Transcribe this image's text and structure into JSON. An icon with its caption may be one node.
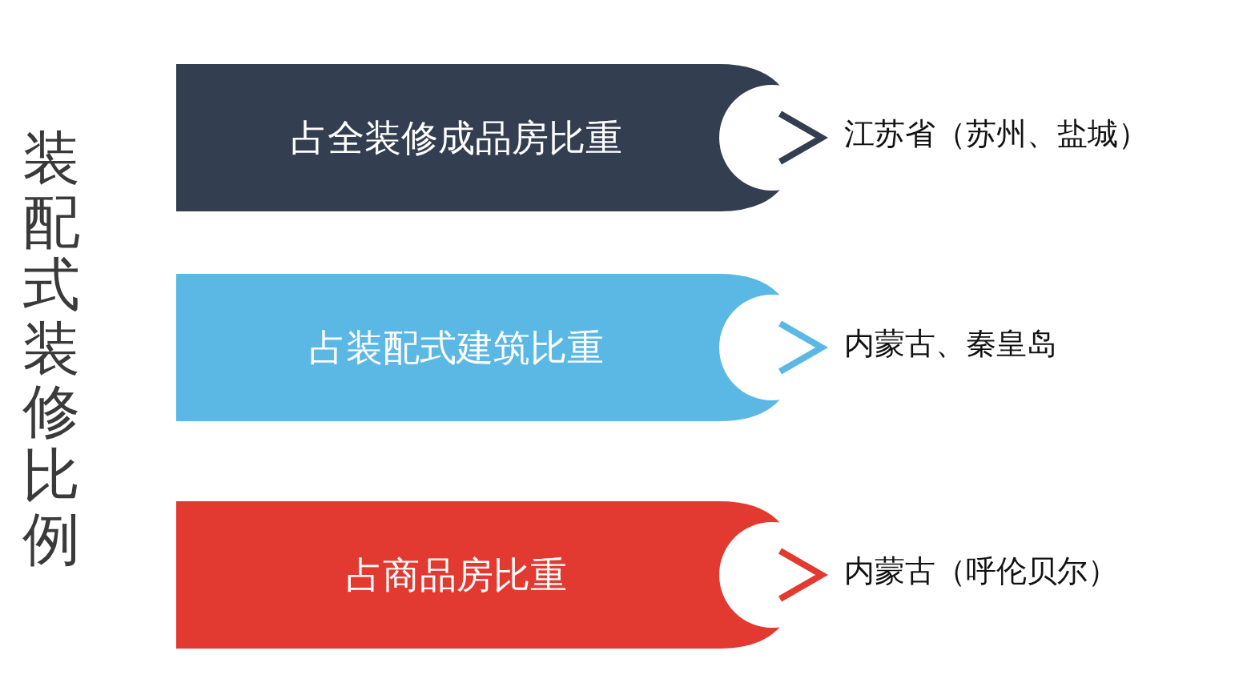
{
  "diagram": {
    "title": "装配式装修比例",
    "nodes": [
      {
        "text": [
          "占全装修成品房比重"
        ]
      },
      {
        "text": [
          "占装配式建筑比重"
        ]
      },
      {
        "text": [
          "占商品房比重"
        ]
      },
      {
        "text": [
          "江苏省（苏州、盐城）"
        ]
      },
      {
        "text": [
          "内蒙古、秦皇岛"
        ]
      },
      {
        "text": [
          "内蒙古（呼伦贝尔）"
        ]
      }
    ],
    "edges": [
      {
        "from": 0,
        "to": 3,
        "arrow": "to",
        "color": "#333e50"
      },
      {
        "from": 1,
        "to": 4,
        "arrow": "to",
        "color": "#5bb8e4"
      },
      {
        "from": 2,
        "to": 5,
        "arrow": "to",
        "color": "#e23a30"
      }
    ]
  }
}
